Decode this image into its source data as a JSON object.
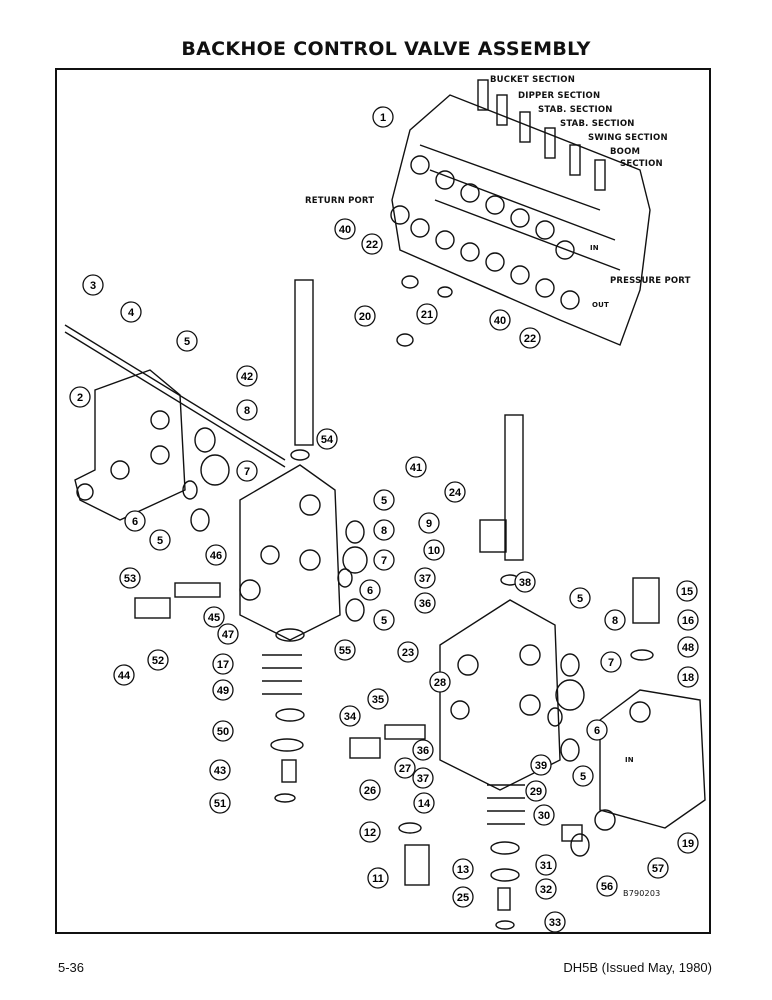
{
  "title": "BACKHOE CONTROL VALVE ASSEMBLY",
  "section_labels": [
    "BUCKET SECTION",
    "DIPPER SECTION",
    "STAB. SECTION",
    "STAB. SECTION",
    "SWING SECTION",
    "BOOM",
    "SECTION",
    "RETURN PORT",
    "PRESSURE PORT",
    "IN",
    "OUT",
    "IN"
  ],
  "callouts": [
    "1",
    "40",
    "22",
    "3",
    "4",
    "20",
    "21",
    "40",
    "22",
    "5",
    "42",
    "2",
    "8",
    "54",
    "7",
    "6",
    "5",
    "41",
    "5",
    "8",
    "24",
    "9",
    "10",
    "46",
    "7",
    "6",
    "53",
    "5",
    "37",
    "38",
    "36",
    "5",
    "15",
    "45",
    "44",
    "52",
    "47",
    "55",
    "8",
    "16",
    "17",
    "48",
    "23",
    "7",
    "18",
    "28",
    "49",
    "35",
    "34",
    "6",
    "50",
    "27",
    "36",
    "39",
    "5",
    "37",
    "26",
    "29",
    "43",
    "14",
    "30",
    "51",
    "12",
    "31",
    "19",
    "11",
    "13",
    "57",
    "56",
    "32",
    "25",
    "33"
  ],
  "figure_code": "B790203",
  "footer": {
    "page": "5-36",
    "doc": "DH5B (Issued May, 1980)"
  }
}
